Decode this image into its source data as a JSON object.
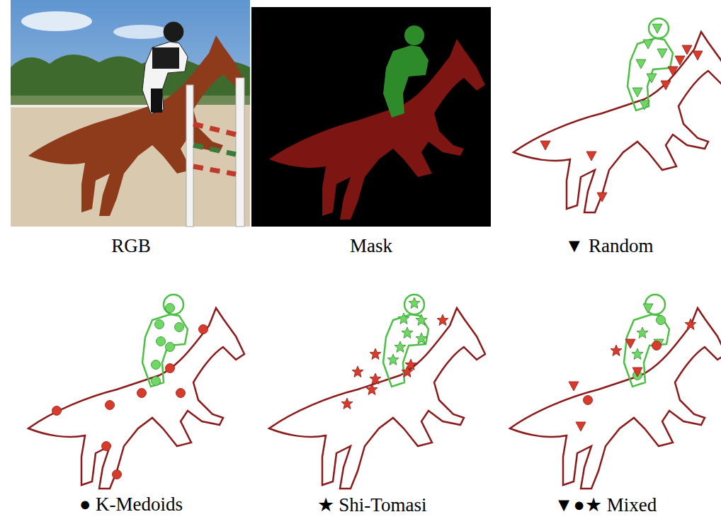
{
  "diagram": {
    "labels": [
      "RGB",
      "Mask",
      "▼ Random",
      "● K-Medoids",
      "★ Shi-Tomasi",
      "▼●★ Mixed"
    ]
  }
}
